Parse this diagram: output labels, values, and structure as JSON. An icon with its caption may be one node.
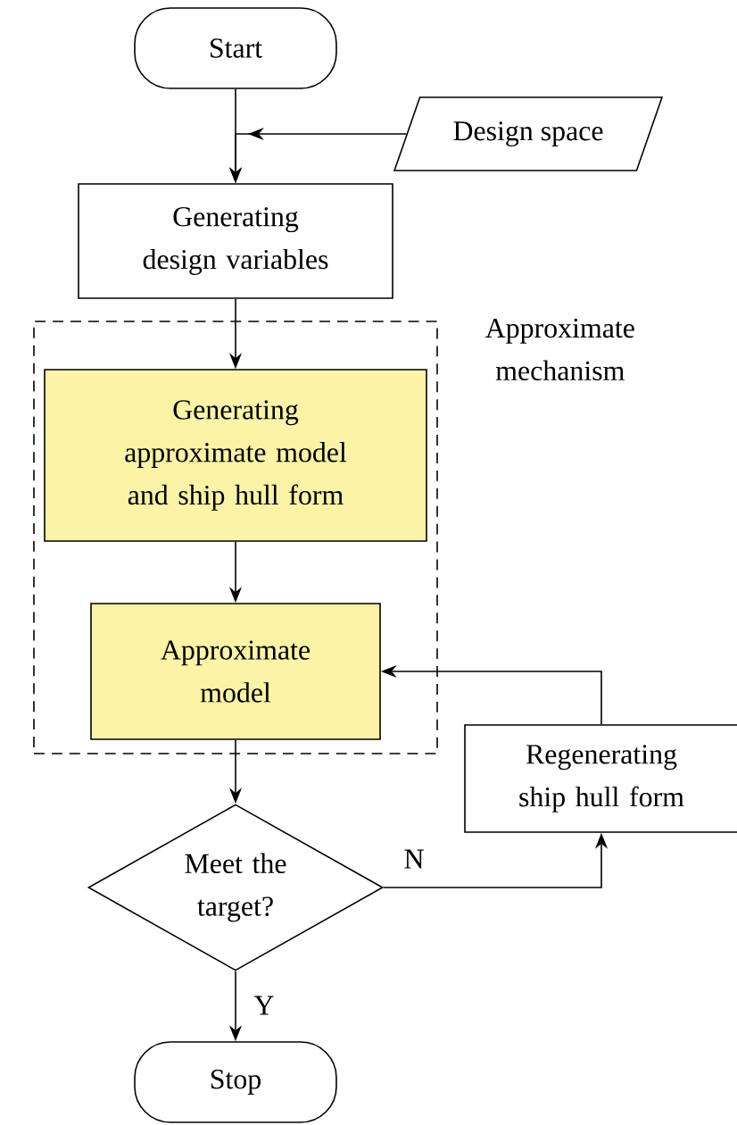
{
  "diagram": {
    "nodes": [
      {
        "text": [
          "Start"
        ]
      },
      {
        "text": [
          "Design space"
        ]
      },
      {
        "text": [
          "Generating design variables"
        ]
      },
      {
        "text": [
          "Approximate mechanism"
        ]
      },
      {
        "text": [
          "Generating approximate model and ship hull form"
        ],
        "in": 3
      },
      {
        "text": [
          "Approximate model"
        ],
        "in": 3
      },
      {
        "text": [
          "Regenerating ship hull form"
        ]
      },
      {
        "text": [
          "Meet the target?"
        ]
      },
      {
        "text": [
          "Stop"
        ]
      }
    ],
    "edges": [
      {
        "from": 0,
        "to": 2,
        "arrow": "to"
      },
      {
        "from": 1,
        "to": 2,
        "arrow": "to"
      },
      {
        "from": 2,
        "to": 4,
        "arrow": "to"
      },
      {
        "from": 4,
        "to": 5,
        "arrow": "to"
      },
      {
        "from": 5,
        "to": 7,
        "arrow": "to"
      },
      {
        "from": 7,
        "to": 6,
        "arrow": "to",
        "label": "N"
      },
      {
        "from": 6,
        "to": 5,
        "arrow": "to"
      },
      {
        "from": 7,
        "to": 8,
        "arrow": "to",
        "label": "Y"
      }
    ]
  }
}
